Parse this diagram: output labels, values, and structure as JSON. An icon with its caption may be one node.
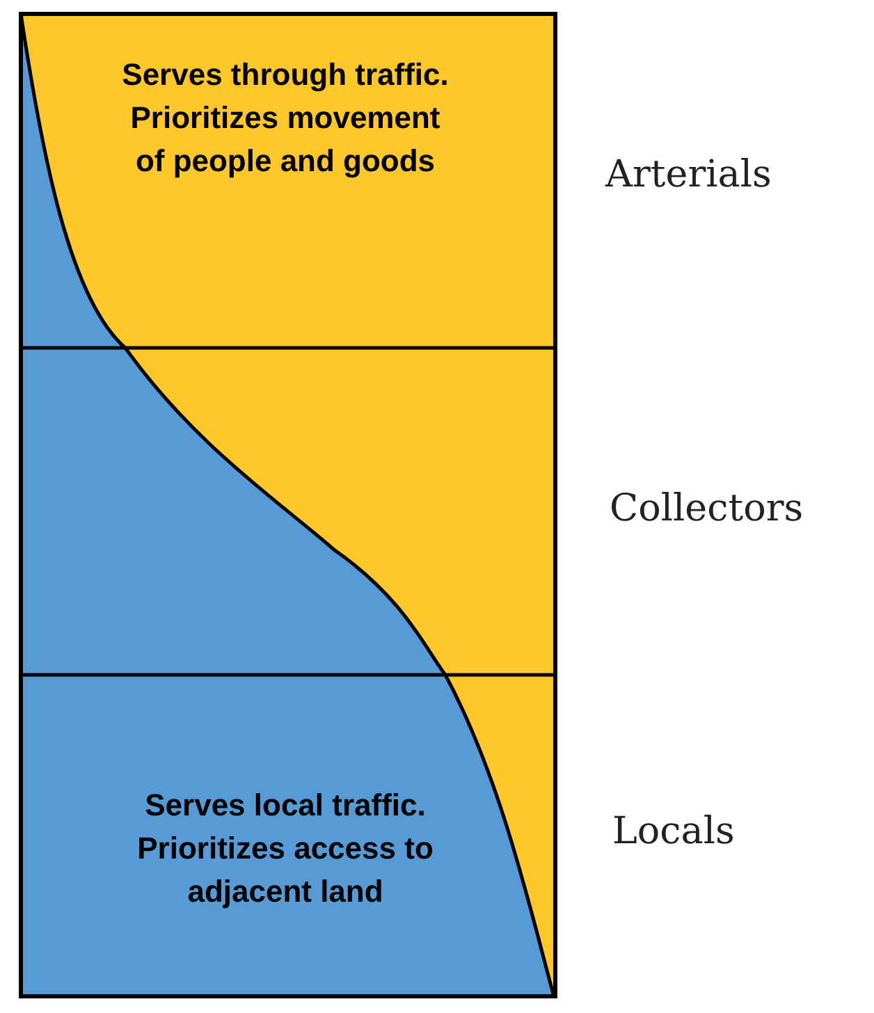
{
  "diagram": {
    "labels": [
      "Serves through traffic. Prioritizes movement of people and goods",
      "Arterials",
      "Collectors",
      "Serves local traffic. Prioritizes access to adjacent land",
      "Locals"
    ]
  }
}
